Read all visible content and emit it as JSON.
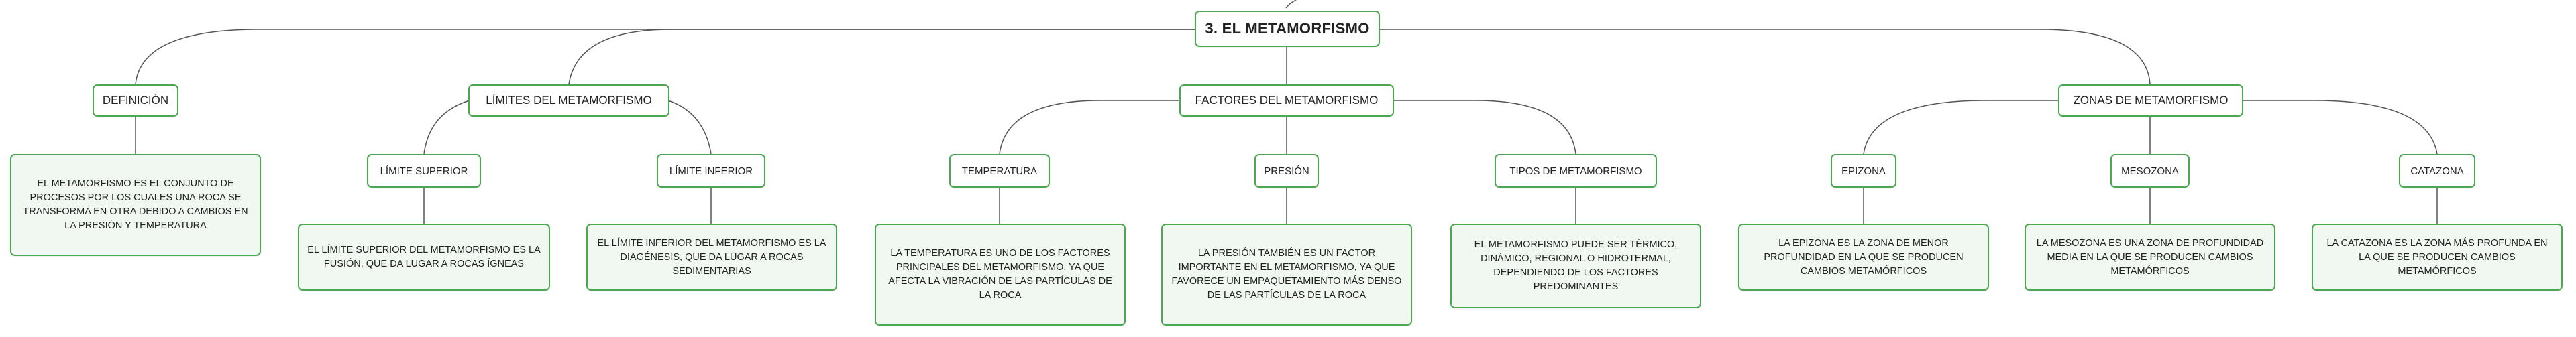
{
  "map": {
    "root": "3. EL METAMORFISMO",
    "definicion": {
      "title": "DEFINICIÓN",
      "text": "EL METAMORFISMO ES EL CONJUNTO DE PROCESOS POR LOS CUALES UNA ROCA SE TRANSFORMA EN OTRA DEBIDO A CAMBIOS EN LA PRESIÓN Y TEMPERATURA"
    },
    "limites": {
      "title": "LÍMITES DEL METAMORFISMO",
      "superior": {
        "title": "LÍMITE SUPERIOR",
        "text": "EL LÍMITE SUPERIOR DEL METAMORFISMO ES LA FUSIÓN, QUE DA LUGAR A ROCAS ÍGNEAS"
      },
      "inferior": {
        "title": "LÍMITE INFERIOR",
        "text": "EL LÍMITE INFERIOR DEL METAMORFISMO ES LA DIAGÉNESIS, QUE DA LUGAR A ROCAS SEDIMENTARIAS"
      }
    },
    "factores": {
      "title": "FACTORES DEL METAMORFISMO",
      "temperatura": {
        "title": "TEMPERATURA",
        "text": "LA TEMPERATURA ES UNO DE LOS FACTORES PRINCIPALES DEL METAMORFISMO, YA QUE AFECTA LA VIBRACIÓN DE LAS PARTÍCULAS DE LA ROCA"
      },
      "presion": {
        "title": "PRESIÓN",
        "text": "LA PRESIÓN TAMBIÉN ES UN FACTOR IMPORTANTE EN EL METAMORFISMO, YA QUE FAVORECE UN EMPAQUETAMIENTO MÁS DENSO DE LAS PARTÍCULAS DE LA ROCA"
      },
      "tipos": {
        "title": "TIPOS DE METAMORFISMO",
        "text": "EL METAMORFISMO PUEDE SER TÉRMICO, DINÁMICO, REGIONAL O HIDROTERMAL, DEPENDIENDO DE LOS FACTORES PREDOMINANTES"
      }
    },
    "zonas": {
      "title": "ZONAS DE METAMORFISMO",
      "epizona": {
        "title": "EPIZONA",
        "text": "LA EPIZONA ES LA ZONA DE MENOR PROFUNDIDAD EN LA QUE SE PRODUCEN CAMBIOS METAMÓRFICOS"
      },
      "mesozona": {
        "title": "MESOZONA",
        "text": "LA MESOZONA ES UNA ZONA DE PROFUNDIDAD MEDIA EN LA QUE SE PRODUCEN CAMBIOS METAMÓRFICOS"
      },
      "catazona": {
        "title": "CATAZONA",
        "text": "LA CATAZONA ES LA ZONA MÁS PROFUNDA EN LA QUE SE PRODUCEN CAMBIOS METAMÓRFICOS"
      }
    }
  },
  "colors": {
    "node_border": "#4aa84f",
    "leaf_fill": "#f1f8f1",
    "connector": "#555555"
  }
}
